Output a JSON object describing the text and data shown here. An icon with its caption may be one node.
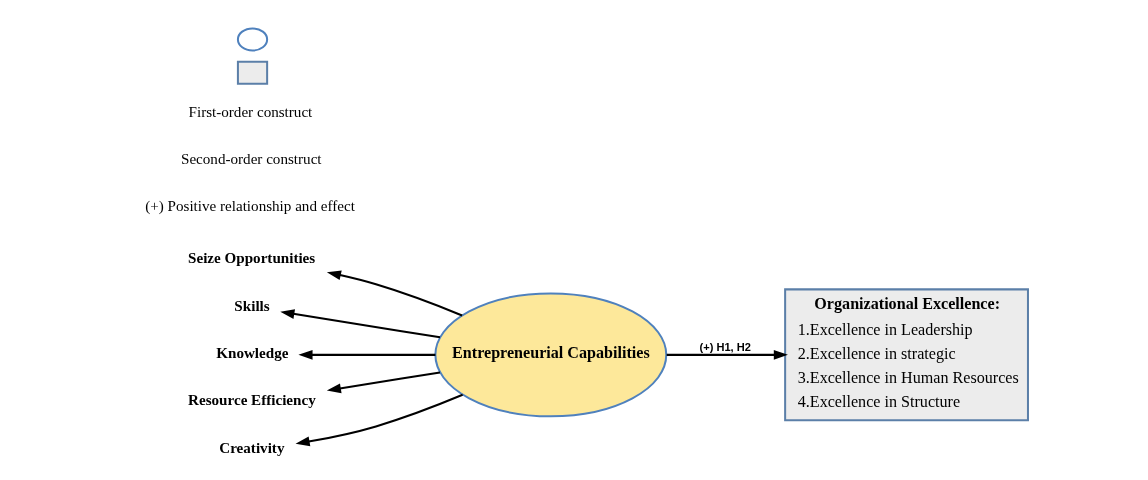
{
  "diagram": {
    "nodes": [
      {
        "text": [
          "Seize Opportunities"
        ]
      },
      {
        "text": [
          "Skills"
        ]
      },
      {
        "text": [
          "Knowledge"
        ]
      },
      {
        "text": [
          "Resource Efficiency"
        ]
      },
      {
        "text": [
          "Creativity"
        ]
      },
      {
        "text": [
          "Entrepreneurial Capabilities"
        ]
      },
      {
        "text": [
          "Organizational Excellence:",
          "1.Excellence in Leadership",
          "2.Excellence in strategic",
          "3.Excellence in Human Resources",
          "4.Excellence in Structure"
        ]
      },
      {
        "text": [],
        "shape": "circle"
      },
      {
        "text": [],
        "shape": "box"
      }
    ],
    "edges": [
      {
        "from": 5,
        "to": 0,
        "arrow": "to"
      },
      {
        "from": 5,
        "to": 1,
        "arrow": "to"
      },
      {
        "from": 5,
        "to": 2,
        "arrow": "to"
      },
      {
        "from": 5,
        "to": 3,
        "arrow": "to"
      },
      {
        "from": 5,
        "to": 4,
        "arrow": "to"
      },
      {
        "from": 5,
        "to": 6,
        "label": "(+) H1, H2",
        "arrow": "to"
      }
    ],
    "labels": [
      "(+) Positive relationship and effect"
    ],
    "legend": [
      {
        "text": "First-order construct"
      },
      {
        "text": "Second-order construct"
      }
    ]
  }
}
